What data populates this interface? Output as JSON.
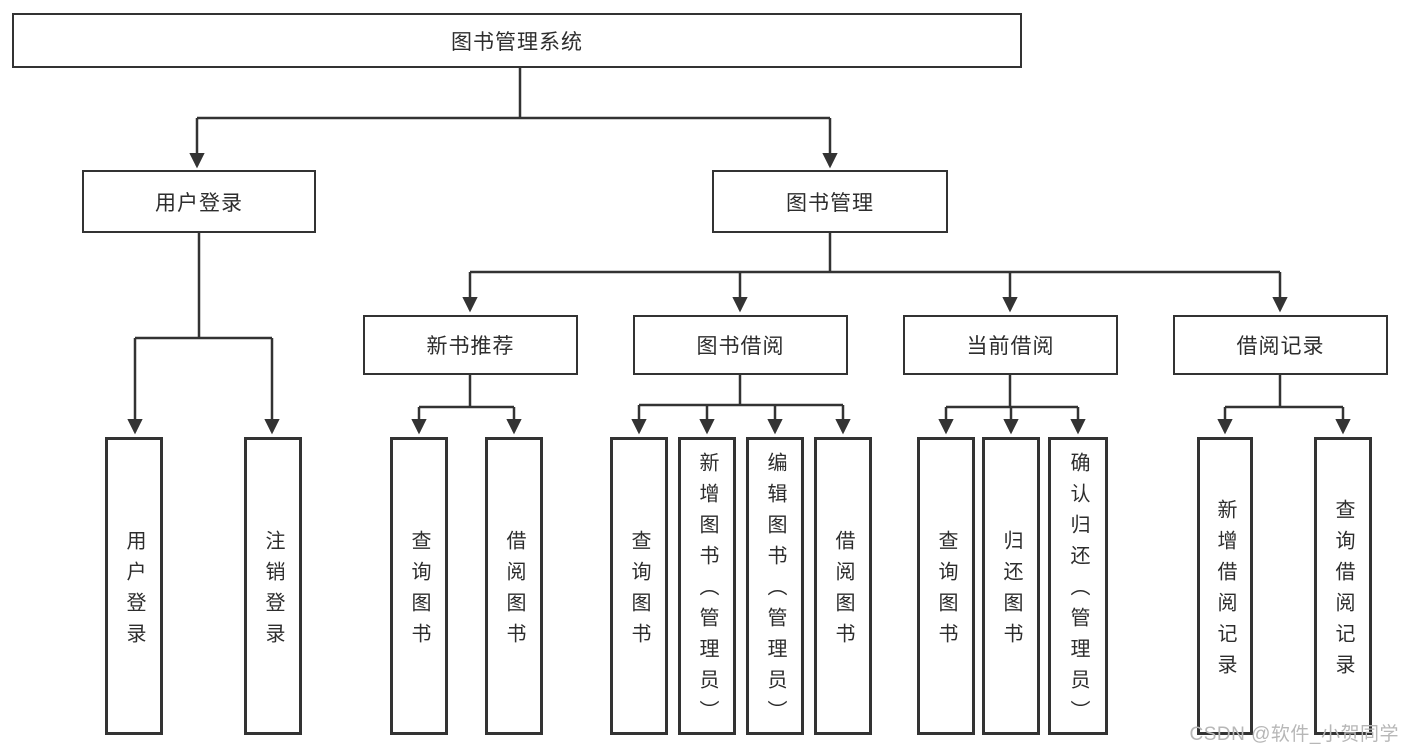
{
  "diagram": {
    "root": "图书管理系统",
    "branches": [
      {
        "id": "user-login",
        "label": "用户登录"
      },
      {
        "id": "book-management",
        "label": "图书管理"
      }
    ],
    "sections": [
      {
        "id": "new-book-recommend",
        "label": "新书推荐"
      },
      {
        "id": "book-borrow",
        "label": "图书借阅"
      },
      {
        "id": "current-borrow",
        "label": "当前借阅"
      },
      {
        "id": "borrow-records",
        "label": "借阅记录"
      }
    ],
    "leaves": {
      "user_login": [
        "用户登录",
        "注销登录"
      ],
      "new_book_recommend": [
        "查询图书",
        "借阅图书"
      ],
      "book_borrow": [
        "查询图书",
        "新增图书（管理员）",
        "编辑图书（管理员）",
        "借阅图书"
      ],
      "current_borrow": [
        "查询图书",
        "归还图书",
        "确认归还（管理员）"
      ],
      "borrow_records": [
        "新增借阅记录",
        "查询借阅记录"
      ]
    },
    "colors": {
      "line": "#333333",
      "text": "#2d2d2d",
      "watermark": "#b7b7b7",
      "background": "#ffffff"
    }
  },
  "watermark": {
    "text": "CSDN @软件_小贺同学"
  }
}
